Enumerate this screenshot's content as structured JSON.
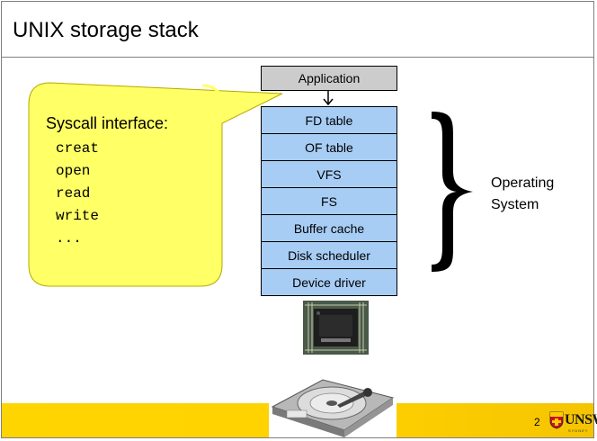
{
  "slide": {
    "title": "UNIX storage stack",
    "page_number": "2",
    "logo_text": "UNSW",
    "logo_subtext": "SYDNEY"
  },
  "stack": {
    "application_label": "Application",
    "layers": [
      {
        "label": "FD table"
      },
      {
        "label": "OF table"
      },
      {
        "label": "VFS"
      },
      {
        "label": "FS"
      },
      {
        "label": "Buffer cache"
      },
      {
        "label": "Disk scheduler"
      },
      {
        "label": "Device driver"
      }
    ]
  },
  "callout": {
    "heading": "Syscall interface:",
    "syscalls": [
      "creat",
      "open",
      "read",
      "write",
      "..."
    ]
  },
  "brace_label": {
    "line1": "Operating",
    "line2": "System"
  },
  "colors": {
    "layer_fill": "#a7cdf5",
    "application_fill": "#cccccc",
    "callout_fill": "#ffff66",
    "footer_yellow": "#ffd500"
  },
  "icons": {
    "hardware_chip": "chip-icon",
    "hard_disk": "hard-disk-icon",
    "logo": "unsw-crest-icon"
  }
}
